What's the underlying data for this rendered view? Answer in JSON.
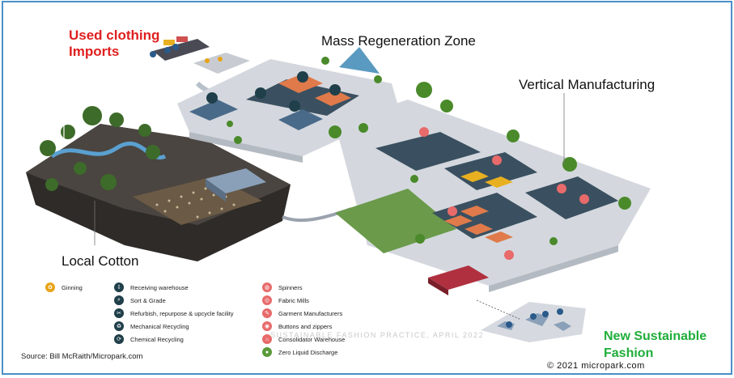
{
  "titles": {
    "imports_line1": "Used clothing",
    "imports_line2": "Imports",
    "regeneration": "Mass Regeneration Zone",
    "vertical": "Vertical Manufacturing",
    "cotton": "Local Cotton",
    "fashion_line1": "New Sustainable",
    "fashion_line2": "Fashion"
  },
  "legend": {
    "col1": [
      {
        "label": "Ginning",
        "icon": "ginning-icon",
        "color": "#e8a317"
      }
    ],
    "col2": [
      {
        "label": "Receiving warehouse",
        "icon": "receiving-warehouse-icon"
      },
      {
        "label": "Sort & Grade",
        "icon": "sort-grade-icon"
      },
      {
        "label": "Refurbish, repurpose & upcycle facility",
        "icon": "refurbish-icon"
      },
      {
        "label": "Mechanical Recycling",
        "icon": "mechanical-recycling-icon"
      },
      {
        "label": "Chemical Recycling",
        "icon": "chemical-recycling-icon"
      }
    ],
    "col3": [
      {
        "label": "Spinners",
        "icon": "spinners-icon"
      },
      {
        "label": "Fabric Mills",
        "icon": "fabric-mills-icon"
      },
      {
        "label": "Garment Manufacturers",
        "icon": "garment-manufacturers-icon"
      },
      {
        "label": "Buttons and zippers",
        "icon": "buttons-zippers-icon"
      },
      {
        "label": "Consolidator Warehouse",
        "icon": "consolidator-warehouse-icon"
      },
      {
        "label": "Zero Liquid Discharge",
        "icon": "zero-liquid-discharge-icon"
      }
    ]
  },
  "watermark": "SUSTAINABLE FASHION PRACTICE, APRIL 2022",
  "source": "Source: Bill McRaith/Micropark.com",
  "copyright": "© 2021 micropark.com",
  "colors": {
    "imports_red": "#e02020",
    "fashion_green": "#1fae3a",
    "frame_blue": "#4a90c8",
    "platform_grey": "#d4d8de",
    "soil_dark": "#3d3a36",
    "grass_green": "#6a9a4a",
    "roof_orange": "#e07a4a",
    "building_blue": "#4a6a8a"
  }
}
